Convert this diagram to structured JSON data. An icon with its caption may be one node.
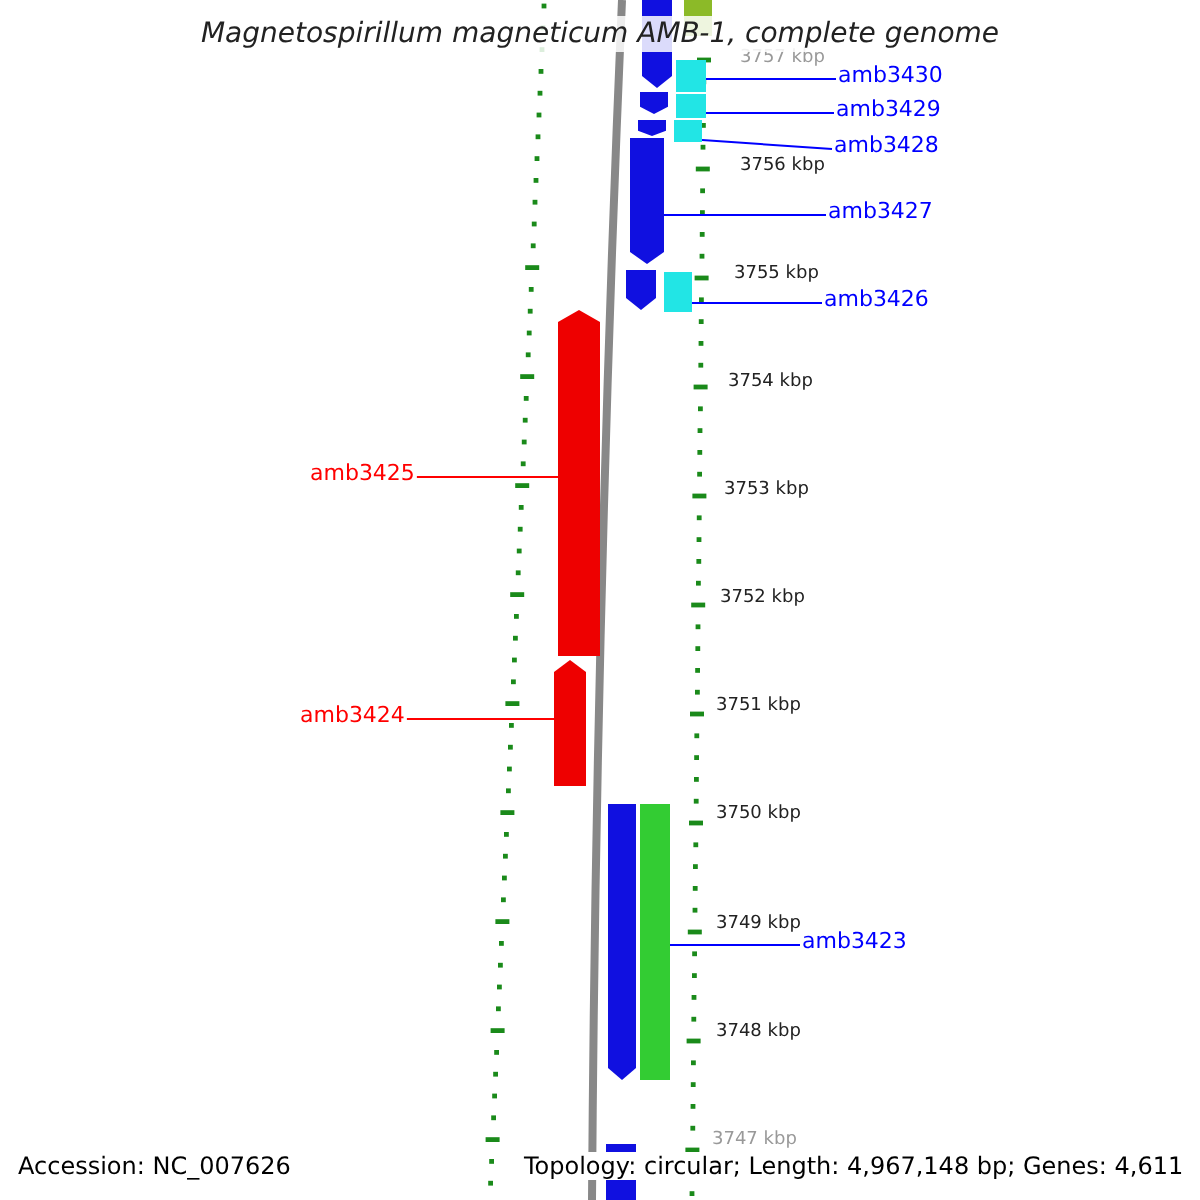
{
  "diagram": {
    "title": "Magnetospirillum magneticum AMB-1, complete genome",
    "nodes": [
      {
        "text": [
          "amb3430"
        ]
      },
      {
        "text": [
          "amb3429"
        ]
      },
      {
        "text": [
          "amb3428"
        ]
      },
      {
        "text": [
          "amb3427"
        ]
      },
      {
        "text": [
          "amb3426"
        ]
      },
      {
        "text": [
          "amb3425"
        ]
      },
      {
        "text": [
          "amb3424"
        ]
      },
      {
        "text": [
          "amb3423"
        ]
      },
      {
        "text": [],
        "shape": "pentagon"
      },
      {
        "text": [],
        "shape": "bar"
      },
      {
        "text": [],
        "shape": "bar"
      },
      {
        "text": [],
        "shape": "pentagon"
      },
      {
        "text": [],
        "shape": "bar"
      },
      {
        "text": [],
        "shape": "pentagon"
      },
      {
        "text": [],
        "shape": "bar"
      },
      {
        "text": [],
        "shape": "pentagon"
      },
      {
        "text": [],
        "shape": "pentagon"
      },
      {
        "text": [],
        "shape": "bar"
      },
      {
        "text": [],
        "shape": "pentagon"
      },
      {
        "text": [],
        "shape": "pentagon"
      },
      {
        "text": [],
        "shape": "pentagon"
      },
      {
        "text": [],
        "shape": "bar"
      },
      {
        "text": [],
        "shape": "bar"
      }
    ],
    "edges": [
      {
        "from": 0,
        "to": 10,
        "arrow": "none"
      },
      {
        "from": 1,
        "to": 12,
        "arrow": "none"
      },
      {
        "from": 2,
        "to": 14,
        "arrow": "none"
      },
      {
        "from": 3,
        "to": 15,
        "arrow": "none"
      },
      {
        "from": 4,
        "to": 17,
        "arrow": "none"
      },
      {
        "from": 5,
        "to": 18,
        "arrow": "none",
        "color": "#ff0000"
      },
      {
        "from": 6,
        "to": 19,
        "arrow": "none",
        "color": "#ff0000"
      },
      {
        "from": 7,
        "to": 21,
        "arrow": "none"
      }
    ],
    "labels": [
      "3757 kbp",
      "3756 kbp",
      "3755 kbp",
      "3754 kbp",
      "3753 kbp",
      "3752 kbp",
      "3751 kbp",
      "3750 kbp",
      "3749 kbp",
      "3748 kbp",
      "3747 kbp",
      "Accession: NC_007626",
      "Topology: circular; Length: 4,967,148 bp; Genes: 4,611"
    ]
  }
}
